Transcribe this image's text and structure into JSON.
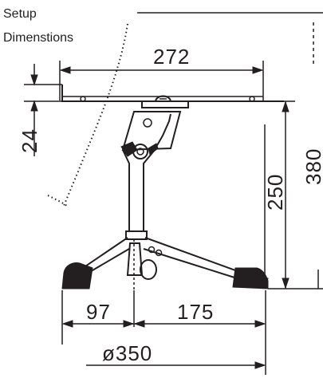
{
  "title_line1": "Setup",
  "title_line2": "Dimenstions",
  "dims": {
    "top_width": "272",
    "plate_height": "24",
    "total_height": "380",
    "column_height": "250",
    "left_leg": "97",
    "right_leg": "175",
    "footprint": "ø350"
  }
}
